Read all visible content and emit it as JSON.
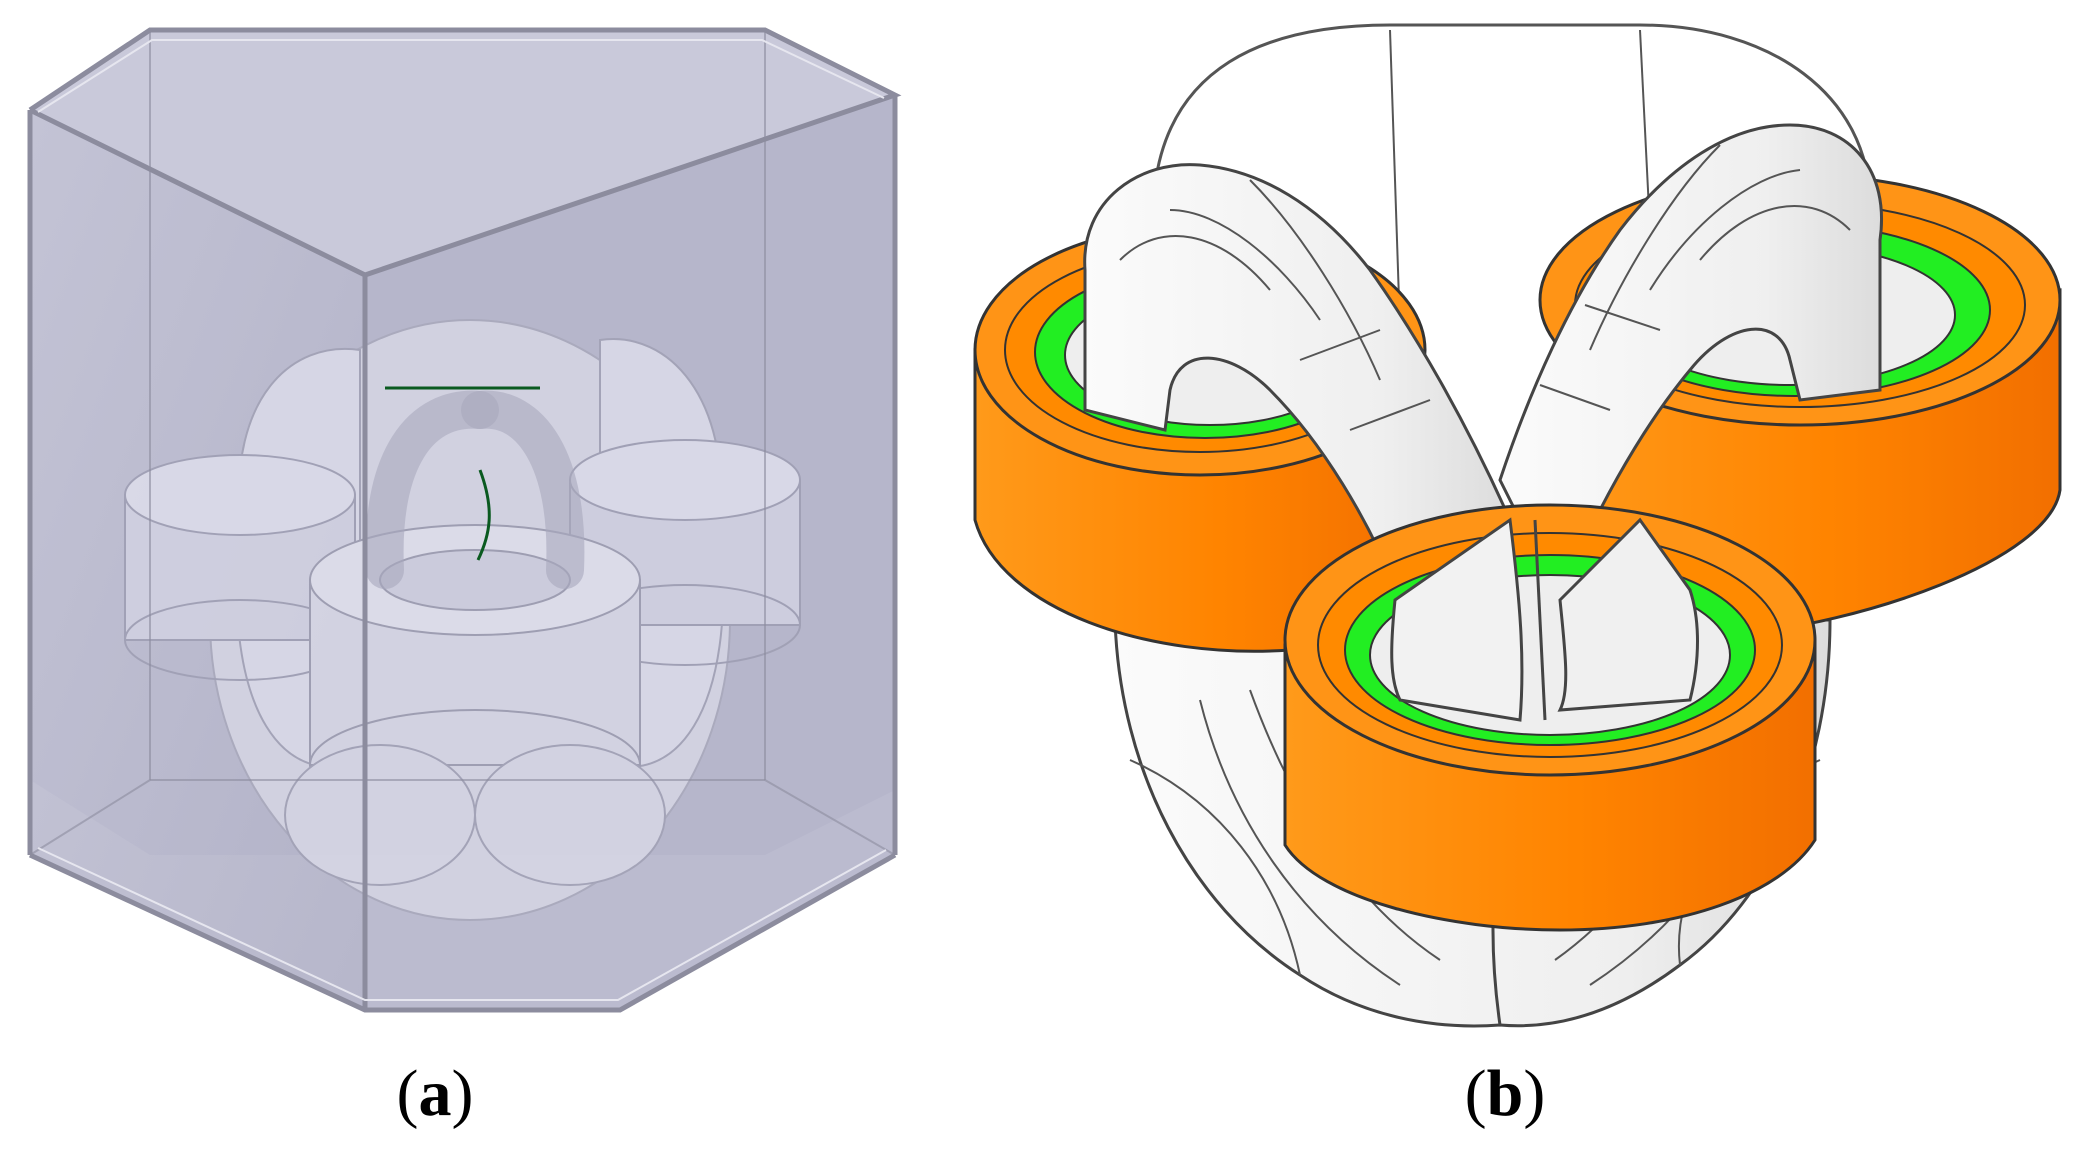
{
  "figure": {
    "panels": [
      {
        "id": "a",
        "caption_open": "(",
        "caption_letter": "a",
        "caption_close": ")"
      },
      {
        "id": "b",
        "caption_open": "(",
        "caption_letter": "b",
        "caption_close": ")"
      }
    ],
    "colors": {
      "enclosure_fill": "#b8b8d0",
      "enclosure_edge": "#8c8c9e",
      "ghost_core": "#e4e4ee",
      "core_white": "#f2f2f2",
      "core_line": "#555555",
      "coil_orange": "#ff8a00",
      "coil_orange_dark": "#f07a00",
      "coil_green": "#22ee22",
      "hidden_edge": "#0a5a20"
    },
    "icons": {
      "panel_a": "transparent-enclosure-transformer",
      "panel_b": "three-phase-transformer-core-with-coils"
    }
  }
}
